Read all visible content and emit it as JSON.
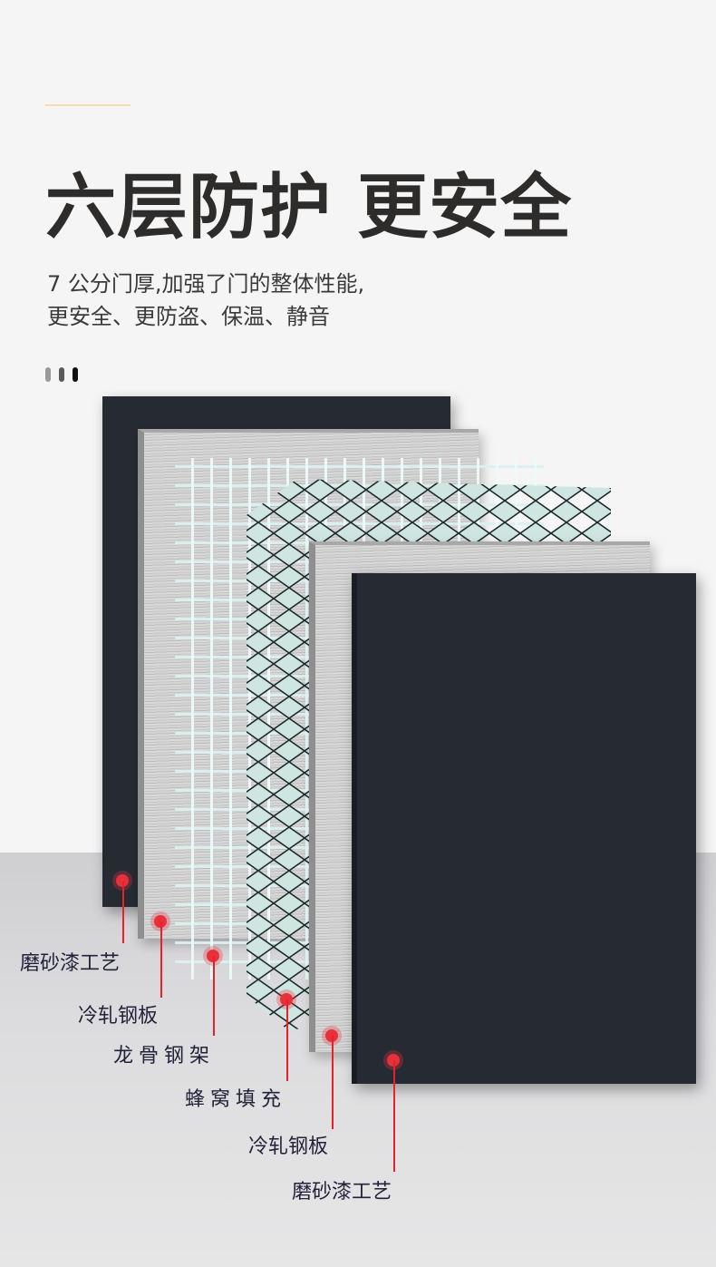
{
  "header": {
    "title": "六层防护 更安全",
    "subtitle_line1": "7 公分门厚,加强了门的整体性能,",
    "subtitle_line2": "更安全、更防盗、保温、静音"
  },
  "layers": [
    {
      "label": "磨砂漆工艺"
    },
    {
      "label": "冷轧钢板"
    },
    {
      "label": "龙骨钢架"
    },
    {
      "label": "蜂窝填充"
    },
    {
      "label": "冷轧钢板"
    },
    {
      "label": "磨砂漆工艺"
    }
  ],
  "colors": {
    "accent_line": "#f3dfae",
    "panel_dark": "#262b33",
    "pin": "#e8303a",
    "honeycomb": "#cfe5e1"
  }
}
